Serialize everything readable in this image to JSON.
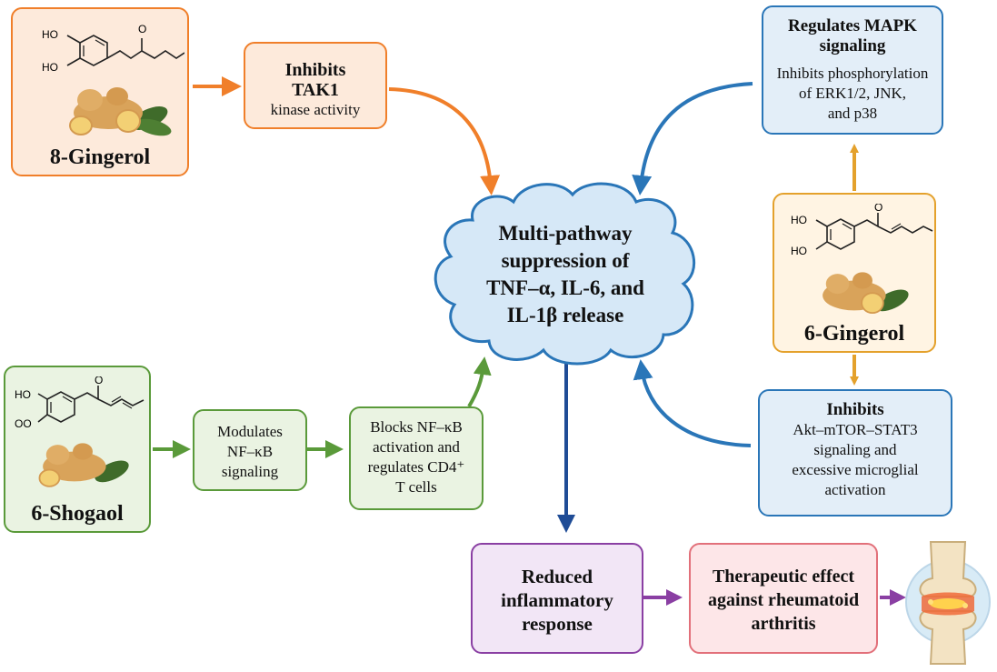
{
  "compounds": {
    "gingerol8": {
      "name": "8-Gingerol",
      "atoms": [
        "HO",
        "HO",
        "O"
      ]
    },
    "gingerol6": {
      "name": "6-Gingerol",
      "atoms": [
        "HO",
        "HO",
        "O"
      ]
    },
    "shogaol6": {
      "name": "6-Shogaol",
      "atoms": [
        "HO",
        "OO",
        "O"
      ]
    }
  },
  "boxes": {
    "tak1": {
      "title_line1": "Inhibits",
      "title_line2": "TAK1",
      "body": "kinase activity"
    },
    "mapk": {
      "title_line1": "Regulates MAPK",
      "title_line2": "signaling",
      "body_lines": [
        "Inhibits phosphorylation",
        "of ERK1/2, JNK,",
        "and p38"
      ]
    },
    "akt": {
      "title": "Inhibits",
      "body_lines": [
        "Akt–mTOR–STAT3",
        "signaling and",
        "excessive microglial",
        "activation"
      ]
    },
    "nfkb_mod": {
      "lines": [
        "Modulates",
        "NF–κB",
        "signaling"
      ]
    },
    "nfkb_block": {
      "lines": [
        "Blocks NF–κB",
        "activation and",
        "regulates CD4⁺",
        "T cells"
      ]
    },
    "center": {
      "lines": [
        "Multi-pathway",
        "suppression of",
        "TNF–α, IL-6, and",
        "IL-1β release"
      ]
    },
    "reduced": {
      "lines": [
        "Reduced",
        "inflammatory",
        "response"
      ]
    },
    "therapeutic": {
      "lines": [
        "Therapeutic effect",
        "against rheumatoid",
        "arthritis"
      ]
    }
  },
  "colors": {
    "orange": "#f07f2a",
    "orange_fill": "#fdeadb",
    "gold": "#e4a12c",
    "gold_fill": "#fff4e3",
    "blue": "#2a76b8",
    "blue_fill": "#e3eef8",
    "green": "#5a9a3a",
    "green_fill": "#eaf3e2",
    "navy": "#1f4c96",
    "purple": "#8a3fa3",
    "purple_fill": "#f2e6f6",
    "red": "#e2707a",
    "red_fill": "#fde6e8"
  },
  "icons": [
    "ginger-root-icon",
    "knee-joint-icon",
    "molecule-structure-icon"
  ]
}
